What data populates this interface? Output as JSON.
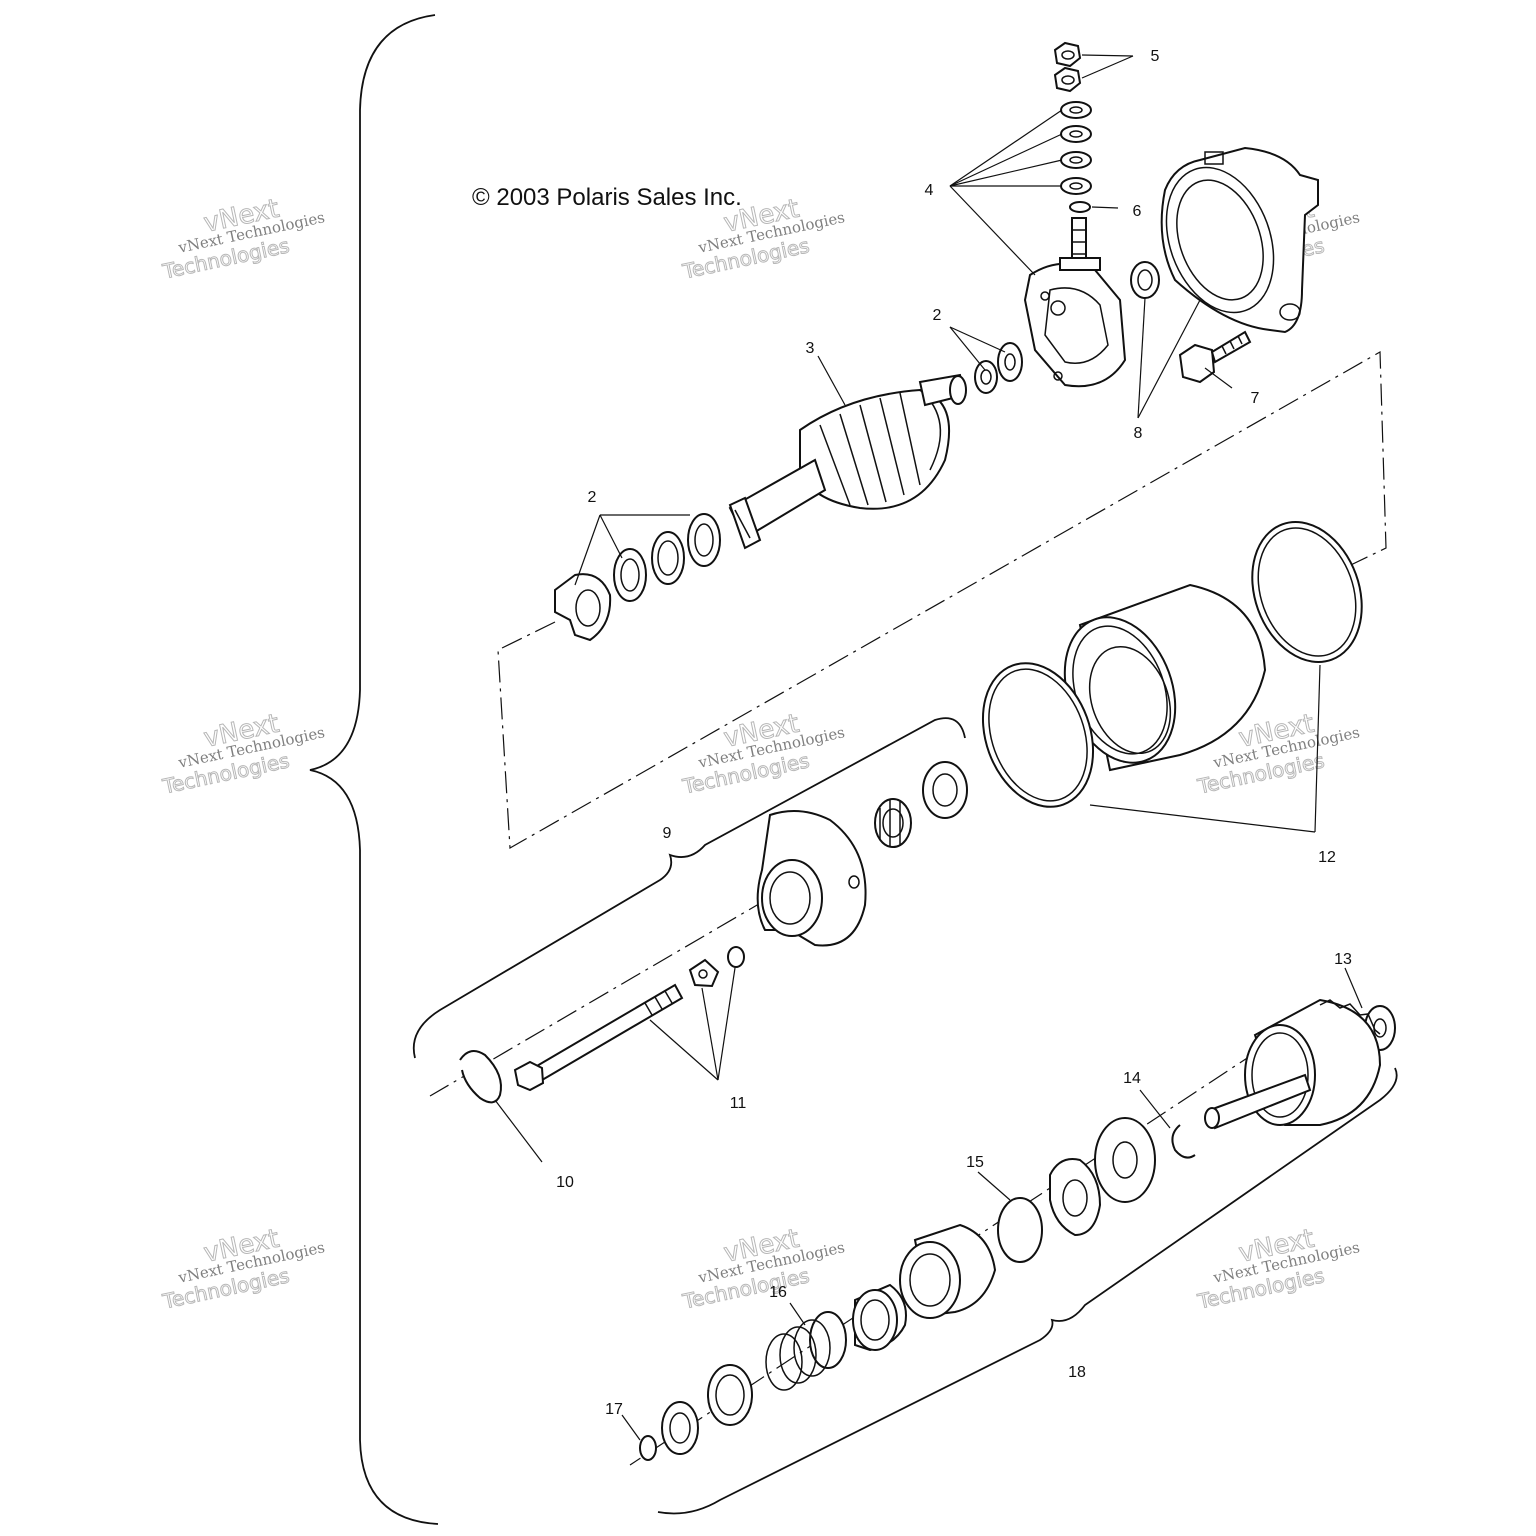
{
  "copyright": "© 2003 Polaris Sales Inc.",
  "watermark": {
    "line1": "vNext",
    "line2": "vNext Technologies",
    "line3": "Technologies"
  },
  "callouts": [
    "2",
    "2",
    "3",
    "4",
    "5",
    "6",
    "7",
    "8",
    "9",
    "10",
    "11",
    "12",
    "13",
    "14",
    "15",
    "16",
    "17",
    "18"
  ]
}
